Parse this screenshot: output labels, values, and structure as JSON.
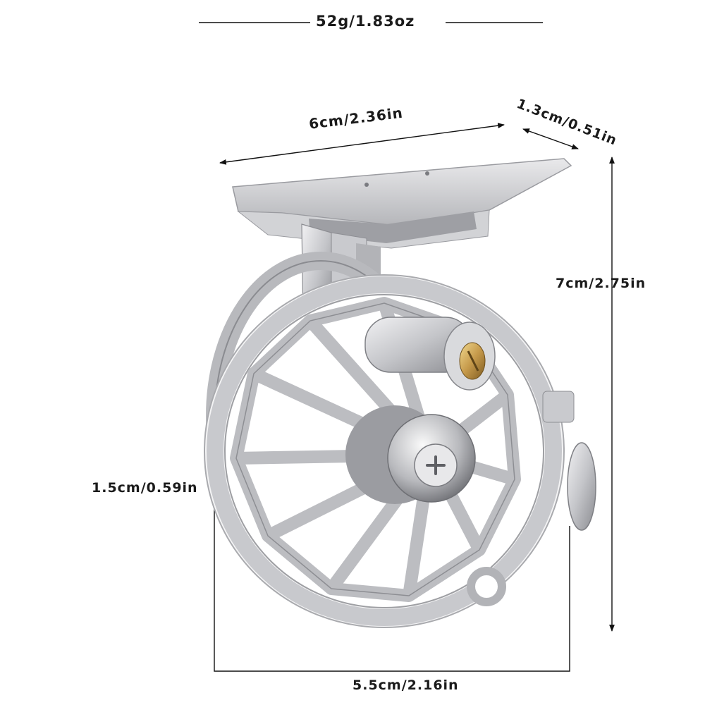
{
  "dimensions": {
    "weight": "52g/1.83oz",
    "width": "6cm/2.36in",
    "depth": "1.3cm/0.51in",
    "height": "7cm/2.75in",
    "spool_width": "1.5cm/0.59in",
    "diameter": "5.5cm/2.16in"
  },
  "colors": {
    "line": "#111111",
    "metal_light": "#e4e4e6",
    "metal_mid": "#b9babd",
    "metal_dark": "#7c7d82",
    "brass": "#c9a35a"
  }
}
